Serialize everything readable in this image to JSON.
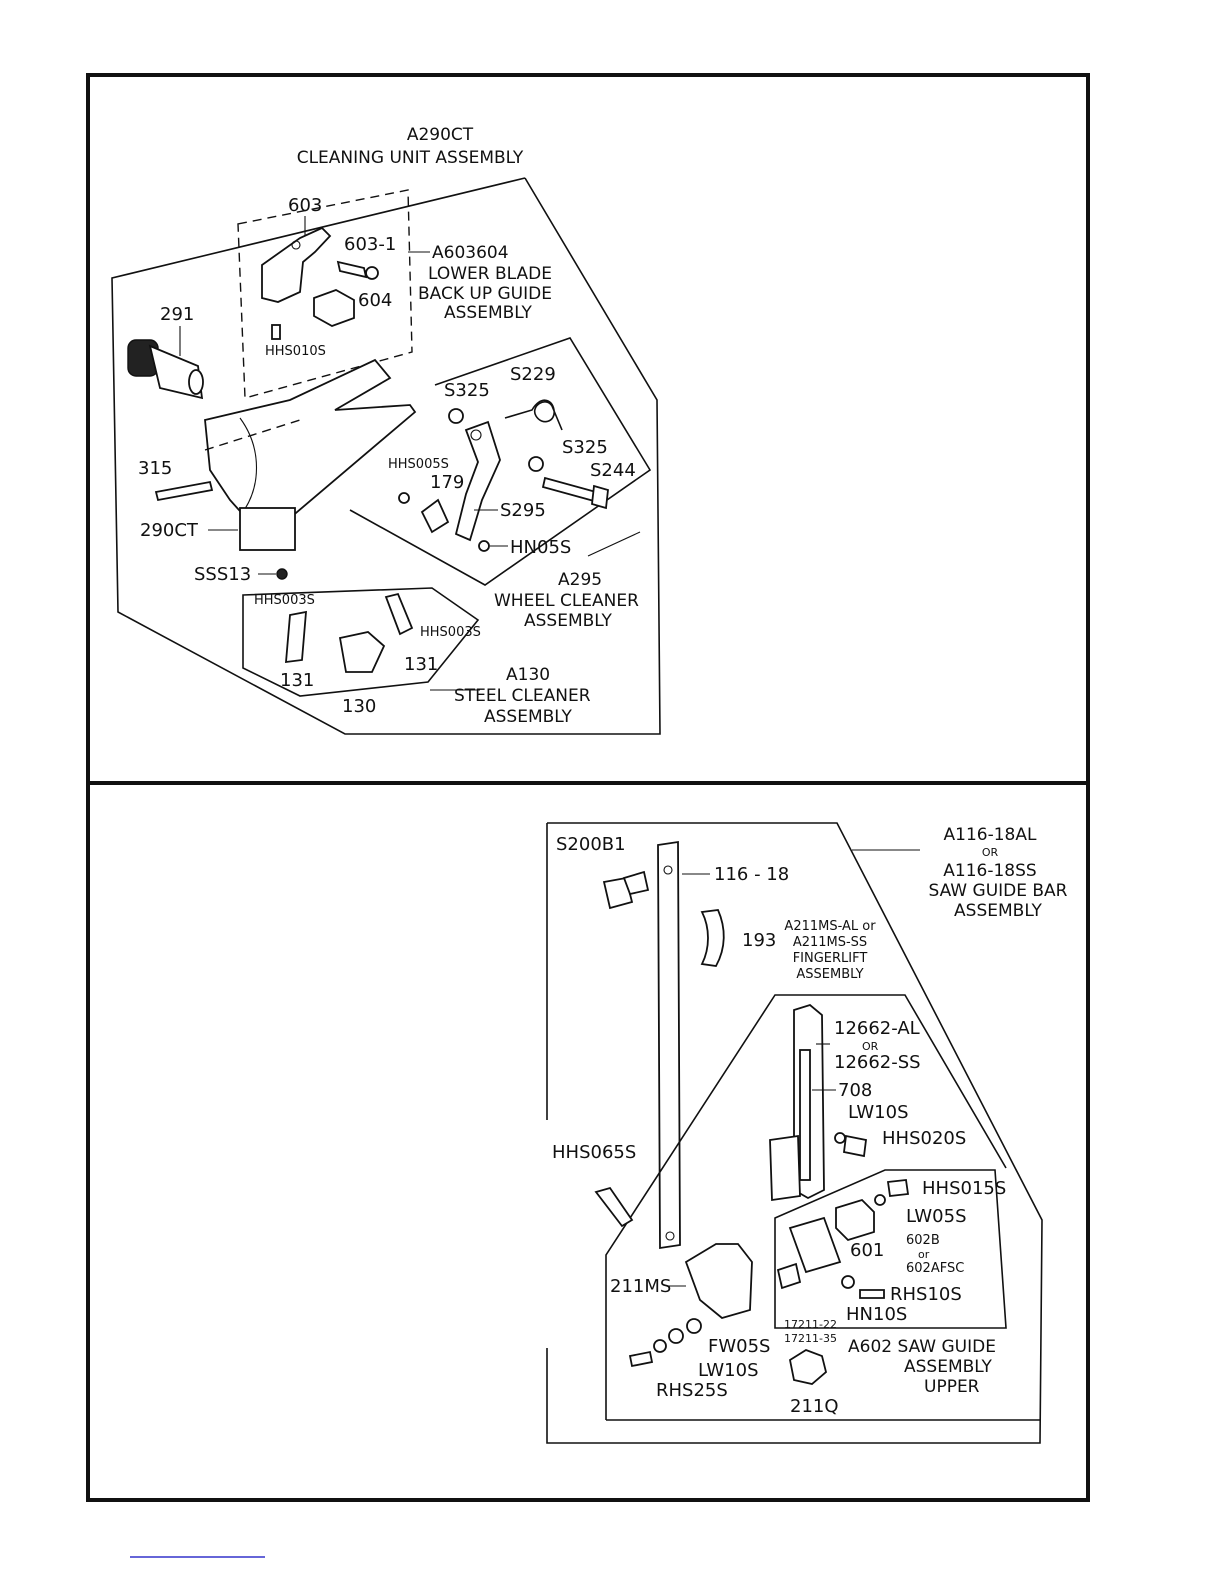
{
  "top_panel": {
    "title": [
      "A290CT",
      "CLEANING UNIT ASSEMBLY"
    ],
    "lower_blade_group": [
      "A603604",
      "LOWER BLADE",
      "BACK UP GUIDE",
      "ASSEMBLY"
    ],
    "wheel_cleaner_group": [
      "A295",
      "WHEEL CLEANER",
      "ASSEMBLY"
    ],
    "steel_cleaner_group": [
      "A130",
      "STEEL CLEANER",
      "ASSEMBLY"
    ],
    "parts": {
      "p603": "603",
      "p603_1": "603-1",
      "p604": "604",
      "p291": "291",
      "hhs010s": "HHS010S",
      "s325a": "S325",
      "s229": "S229",
      "s325b": "S325",
      "s244": "S244",
      "hhs005s": "HHS005S",
      "p179": "179",
      "s295": "S295",
      "hn05s": "HN05S",
      "p315": "315",
      "p290ct": "290CT",
      "sss13": "SSS13",
      "hhs003s_a": "HHS003S",
      "hhs003s_b": "HHS003S",
      "p131a": "131",
      "p131b": "131",
      "p130": "130"
    }
  },
  "bottom_panel": {
    "saw_guide_bar_group": [
      "A116-18AL",
      "OR",
      "A116-18SS",
      "SAW GUIDE BAR",
      "ASSEMBLY"
    ],
    "fingerlift_group": [
      "A211MS-AL or",
      "A211MS-SS",
      "FINGERLIFT",
      "ASSEMBLY"
    ],
    "saw_guide_group": [
      "A602  SAW GUIDE",
      "ASSEMBLY",
      "UPPER"
    ],
    "parts": {
      "s200b1": "S200B1",
      "p116_18": "116 - 18",
      "p193": "193",
      "p12662al": "12662-AL",
      "or1": "OR",
      "p12662ss": "12662-SS",
      "p708": "708",
      "lw10s_a": "LW10S",
      "hhs020s": "HHS020S",
      "hhs065s": "HHS065S",
      "hhs015s": "HHS015S",
      "lw05s": "LW05S",
      "p602b": "602B",
      "or2": "or",
      "p602afsc": "602AFSC",
      "p601": "601",
      "rhs10s": "RHS10S",
      "hn10s": "HN10S",
      "p211ms": "211MS",
      "p17211_22": "17211-22",
      "p17211_35": "17211-35",
      "fw05s": "FW05S",
      "lw10s_b": "LW10S",
      "rhs25s": "RHS25S",
      "p211q": "211Q"
    }
  }
}
